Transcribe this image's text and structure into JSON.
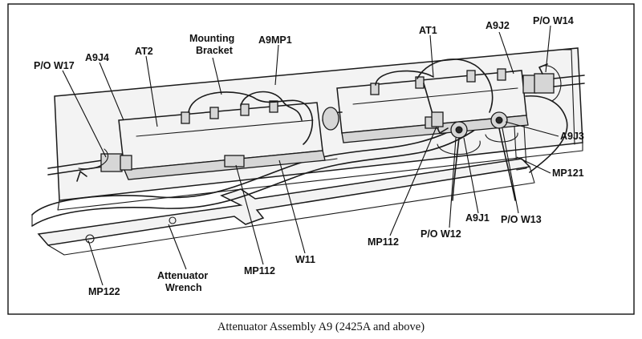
{
  "caption": "Attenuator Assembly A9 (2425A and above)",
  "labels": {
    "p_o_w17": "P/O W17",
    "a9j4": "A9J4",
    "at2": "AT2",
    "mounting_bracket_line1": "Mounting",
    "mounting_bracket_line2": "Bracket",
    "a9mp1": "A9MP1",
    "at1": "AT1",
    "a9j2": "A9J2",
    "p_o_w14": "P/O W14",
    "a9j3": "A9J3",
    "mp121": "MP121",
    "a9j1": "A9J1",
    "p_o_w13": "P/O W13",
    "p_o_w12": "P/O W12",
    "mp112_right": "MP112",
    "w11": "W11",
    "mp112_left": "MP112",
    "attenuator_wrench_line1": "Attenuator",
    "attenuator_wrench_line2": "Wrench",
    "mp122": "MP122"
  }
}
